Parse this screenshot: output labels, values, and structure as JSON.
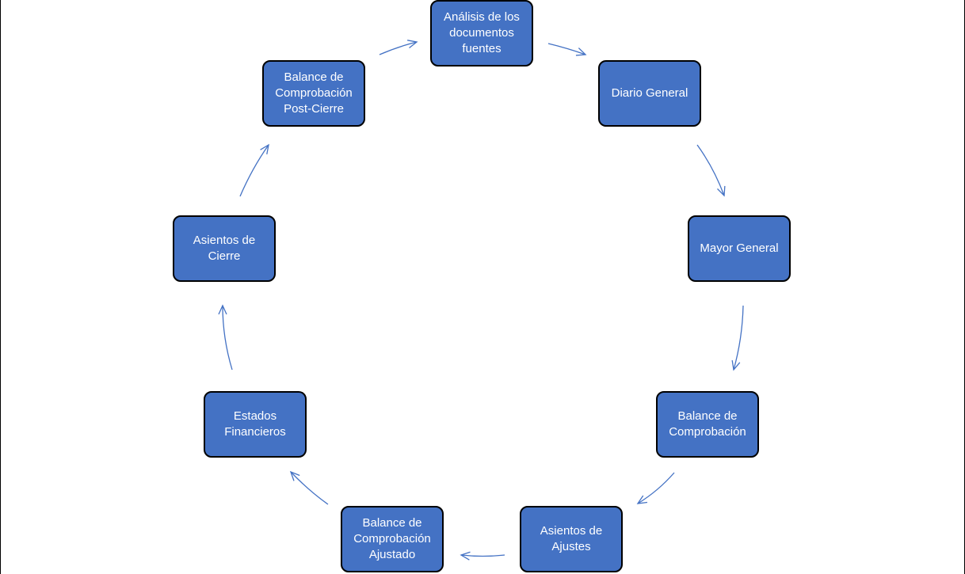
{
  "diagram": {
    "nodes": [
      {
        "id": "analisis",
        "label": "Análisis de los\ndocumentos\nfuentes"
      },
      {
        "id": "diario",
        "label": "Diario General"
      },
      {
        "id": "mayor",
        "label": "Mayor General"
      },
      {
        "id": "balance",
        "label": "Balance de\nComprobación"
      },
      {
        "id": "ajustes",
        "label": "Asientos de\nAjustes"
      },
      {
        "id": "ajustado",
        "label": "Balance de\nComprobación\nAjustado"
      },
      {
        "id": "estados",
        "label": "Estados\nFinancieros"
      },
      {
        "id": "cierre",
        "label": "Asientos de\nCierre"
      },
      {
        "id": "postcierre",
        "label": "Balance de\nComprobación\nPost-Cierre"
      }
    ],
    "edges": [
      {
        "from": "analisis",
        "to": "diario"
      },
      {
        "from": "diario",
        "to": "mayor"
      },
      {
        "from": "mayor",
        "to": "balance"
      },
      {
        "from": "balance",
        "to": "ajustes"
      },
      {
        "from": "ajustes",
        "to": "ajustado"
      },
      {
        "from": "ajustado",
        "to": "estados"
      },
      {
        "from": "estados",
        "to": "cierre"
      },
      {
        "from": "cierre",
        "to": "postcierre"
      },
      {
        "from": "postcierre",
        "to": "analisis"
      }
    ],
    "colors": {
      "node_fill": "#4472C4",
      "node_border": "#000000",
      "arrow": "#4472C4",
      "text": "#ffffff"
    }
  }
}
